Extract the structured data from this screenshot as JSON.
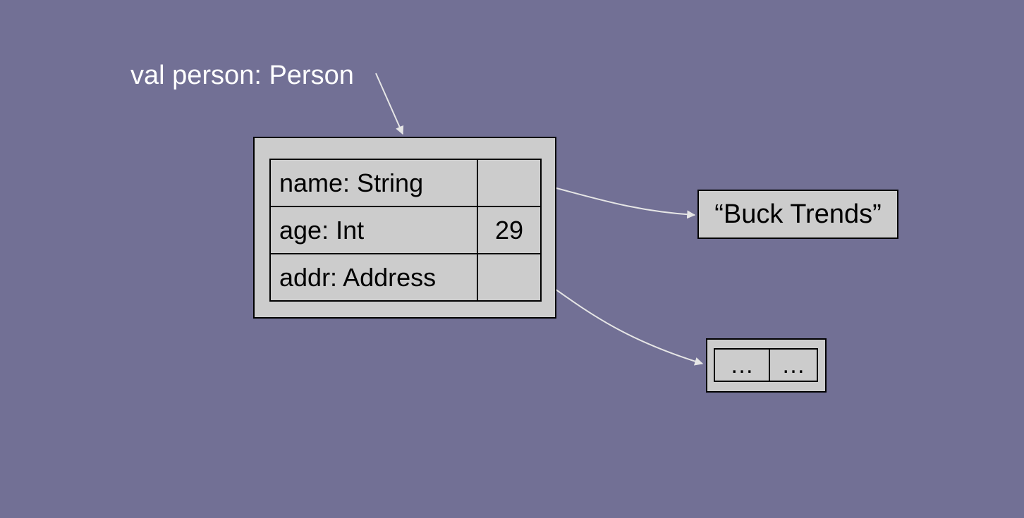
{
  "variable_label": "val person: Person",
  "person": {
    "fields": [
      {
        "key": "name: String",
        "value": ""
      },
      {
        "key": "age: Int",
        "value": "29"
      },
      {
        "key": "addr: Address",
        "value": ""
      }
    ]
  },
  "string_object": {
    "text": "“Buck Trends”"
  },
  "address_object": {
    "cells": [
      "…",
      "…"
    ]
  },
  "colors": {
    "background": "#727095",
    "box_fill": "#cccccc",
    "border": "#000000",
    "arrow": "#e6e6e6",
    "label_text": "#ffffff"
  }
}
